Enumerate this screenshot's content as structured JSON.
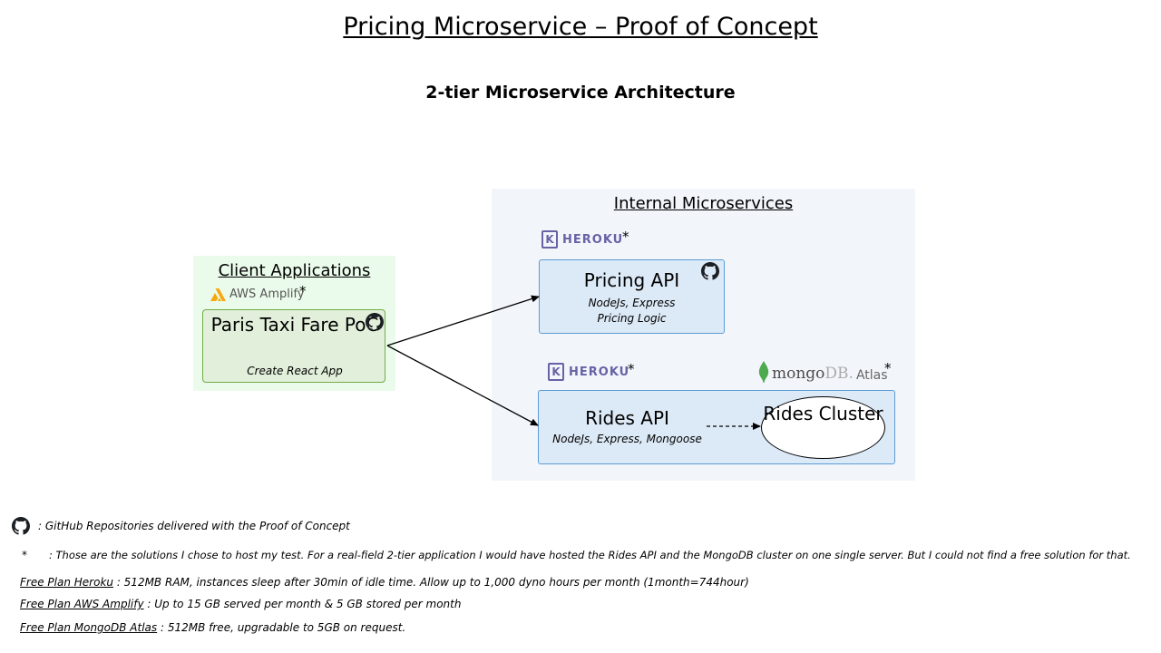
{
  "title": "Pricing Microservice – Proof of Concept",
  "subtitle": "2-tier Microservice Architecture",
  "client": {
    "heading": "Client Applications",
    "host": "AWS Amplify",
    "star": "*",
    "app_title": "Paris Taxi Fare PoC",
    "app_tech": "Create React App"
  },
  "internal": {
    "heading": "Internal Microservices",
    "pricing": {
      "host": "HEROKU",
      "star": "*",
      "title": "Pricing API",
      "tech_line1": "NodeJs, Express",
      "tech_line2": "Pricing Logic"
    },
    "rides": {
      "host": "HEROKU",
      "star": "*",
      "title": "Rides API",
      "tech": "NodeJs, Express, Mongoose",
      "db_host_mongo": "mongo",
      "db_host_db": "DB.",
      "db_host_atlas": "Atlas",
      "db_star": "*",
      "cluster": "Rides Cluster"
    }
  },
  "legend": {
    "github_text": ": GitHub Repositories delivered with the Proof of Concept",
    "footnote_marker": "*",
    "footnote_text": ":  Those are the solutions I chose to host my test. For a real-field 2-tier application I would have hosted the Rides API and the MongoDB cluster on one single server. But I could not find a free solution for that."
  },
  "plans": [
    {
      "label": "Free Plan Heroku",
      "text": " :  512MB RAM, instances sleep after 30min of idle time. Allow up to 1,000  dyno hours per month (1month=744hour)"
    },
    {
      "label": "Free Plan AWS Amplify",
      "text": " : Up to 15  GB served per month & 5 GB stored per month"
    },
    {
      "label": "Free Plan MongoDB Atlas",
      "text": " : 512MB  free, upgradable to 5GB on request."
    }
  ],
  "colors": {
    "heroku": "#6762a6",
    "client_panel": "#ebfbeb",
    "client_box": "#e2efda",
    "client_border": "#70ad47",
    "internal_panel": "#f2f6fb",
    "api_box": "#dce9f6",
    "api_border": "#5b9bd5",
    "mongo_leaf": "#4fa94d",
    "amplify": "#f7a80d"
  },
  "icons": [
    "github-icon",
    "heroku-logo",
    "aws-amplify-logo",
    "mongodb-leaf-icon"
  ]
}
